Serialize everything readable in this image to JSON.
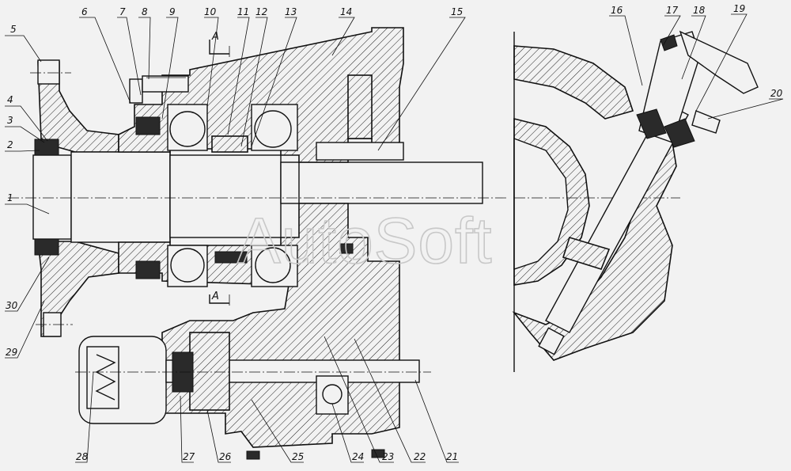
{
  "diagram": {
    "watermark": "AutoSoft",
    "section_marks": [
      "A",
      "A"
    ],
    "callouts": [
      {
        "n": "1"
      },
      {
        "n": "2"
      },
      {
        "n": "3"
      },
      {
        "n": "4"
      },
      {
        "n": "5"
      },
      {
        "n": "6"
      },
      {
        "n": "7"
      },
      {
        "n": "8"
      },
      {
        "n": "9"
      },
      {
        "n": "10"
      },
      {
        "n": "11"
      },
      {
        "n": "12"
      },
      {
        "n": "13"
      },
      {
        "n": "14"
      },
      {
        "n": "15"
      },
      {
        "n": "16"
      },
      {
        "n": "17"
      },
      {
        "n": "18"
      },
      {
        "n": "19"
      },
      {
        "n": "20"
      },
      {
        "n": "21"
      },
      {
        "n": "22"
      },
      {
        "n": "23"
      },
      {
        "n": "24"
      },
      {
        "n": "25"
      },
      {
        "n": "26"
      },
      {
        "n": "27"
      },
      {
        "n": "28"
      },
      {
        "n": "29"
      },
      {
        "n": "30"
      }
    ]
  }
}
